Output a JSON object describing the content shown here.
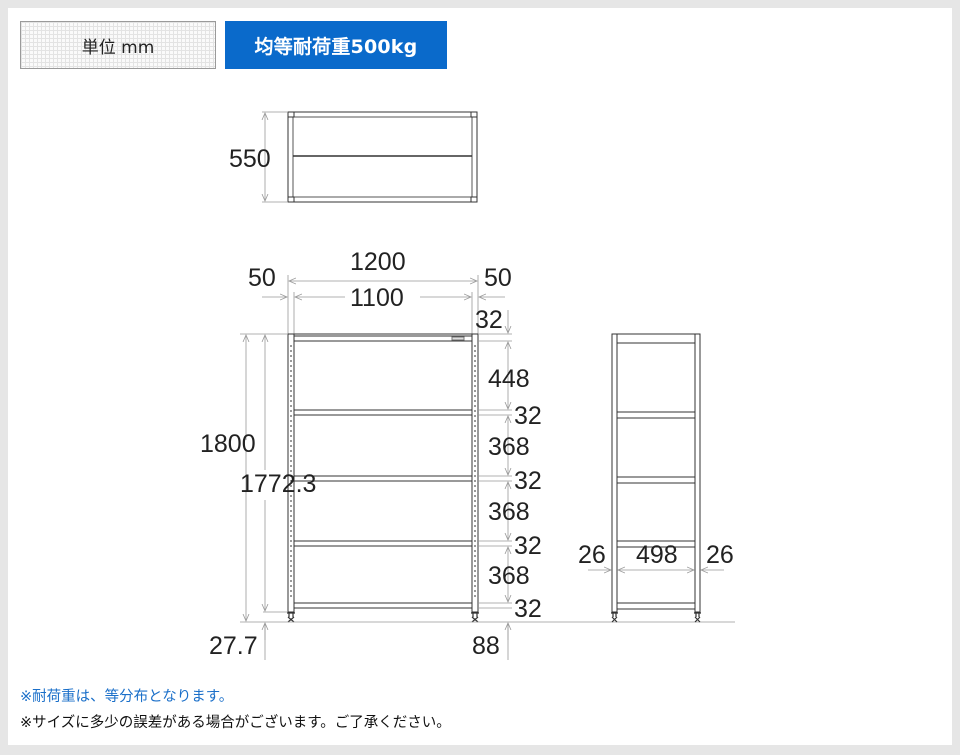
{
  "header": {
    "unit_label": "単位 mm",
    "load_label": "均等耐荷重500kg",
    "load_color": "#0a6acb"
  },
  "top_view": {
    "depth": "550"
  },
  "front_view": {
    "overall_width": "1200",
    "inner_width": "1100",
    "left_post": "50",
    "right_post": "50",
    "overall_height": "1800",
    "post_height": "1772.3",
    "foot_height": "27.7",
    "bottom_clearance": "88",
    "vertical_dims": [
      "32",
      "448",
      "32",
      "368",
      "32",
      "368",
      "32",
      "368",
      "32"
    ]
  },
  "side_view": {
    "left_offset": "26",
    "inner_depth": "498",
    "right_offset": "26"
  },
  "notes": {
    "note1": "※耐荷重は、等分布となります。",
    "note2": "※サイズに多少の誤差がある場合がございます。ご了承ください。"
  }
}
